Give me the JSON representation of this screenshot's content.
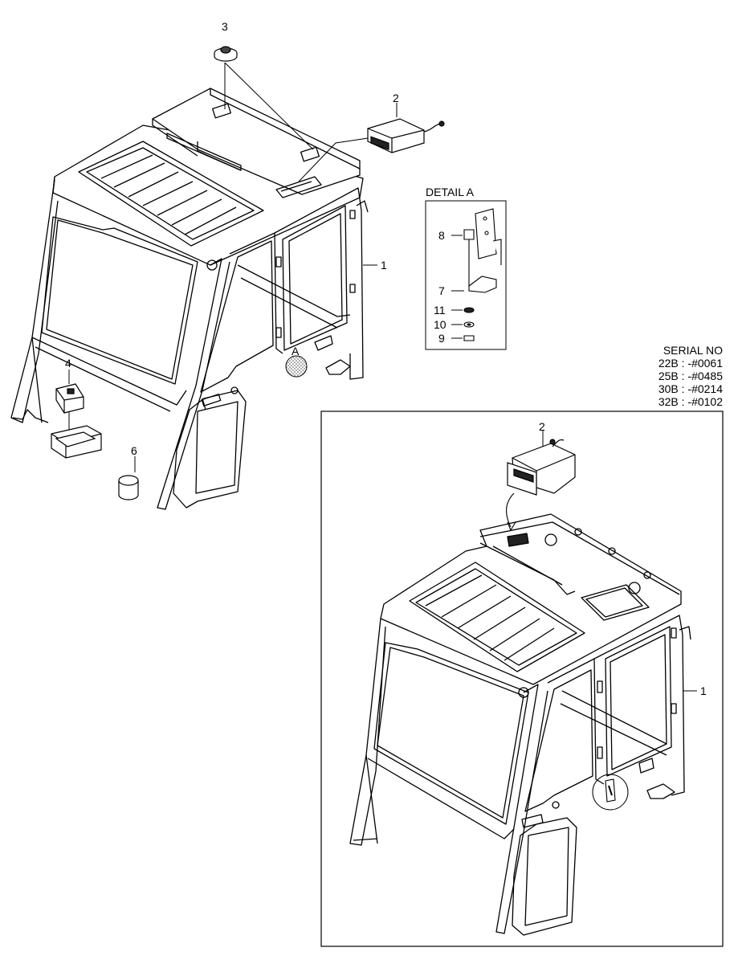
{
  "detail": {
    "title": "DETAIL A"
  },
  "serial": {
    "title": "SERIAL NO",
    "items": [
      "22B : -#0061",
      "25B : -#0485",
      "30B : -#0214",
      "32B : -#0102"
    ]
  },
  "callouts": {
    "main_cab": "1",
    "radio": "2",
    "speaker": "3",
    "switch": "4",
    "holder": "6",
    "detail_ref": "A",
    "bolt": "8",
    "bracket": "7",
    "washer_a": "11",
    "washer_b": "10",
    "nut": "9",
    "inset_radio": "2",
    "inset_cab": "1"
  }
}
